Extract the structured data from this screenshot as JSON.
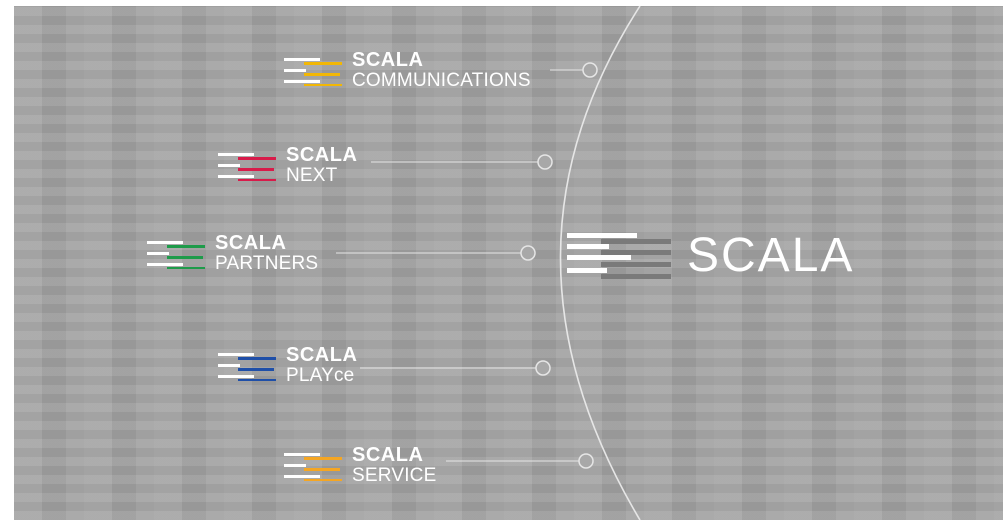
{
  "main": {
    "title": "SCALA",
    "logo_icon": "scala-stripes-logo"
  },
  "brands": [
    {
      "key": "communications",
      "title": "SCALA",
      "subtitle": "COMMUNICATIONS",
      "accent": "#f2b705",
      "logo_icon": "stripes-logo"
    },
    {
      "key": "next",
      "title": "SCALA",
      "subtitle": "NEXT",
      "accent": "#d81b4a",
      "logo_icon": "stripes-logo"
    },
    {
      "key": "partners",
      "title": "SCALA",
      "subtitle": "PARTNERS",
      "accent": "#1e9b4a",
      "logo_icon": "stripes-logo"
    },
    {
      "key": "playce",
      "title": "SCALA",
      "subtitle": "PLAYce",
      "accent": "#1f4fa8",
      "logo_icon": "stripes-logo"
    },
    {
      "key": "service",
      "title": "SCALA",
      "subtitle": "SERVICE",
      "accent": "#f5a623",
      "logo_icon": "stripes-logo"
    }
  ],
  "colors": {
    "background": "#a4a4a4",
    "line": "#e6e6e6",
    "text": "#ffffff",
    "main_accent": "#7a7a7a"
  }
}
